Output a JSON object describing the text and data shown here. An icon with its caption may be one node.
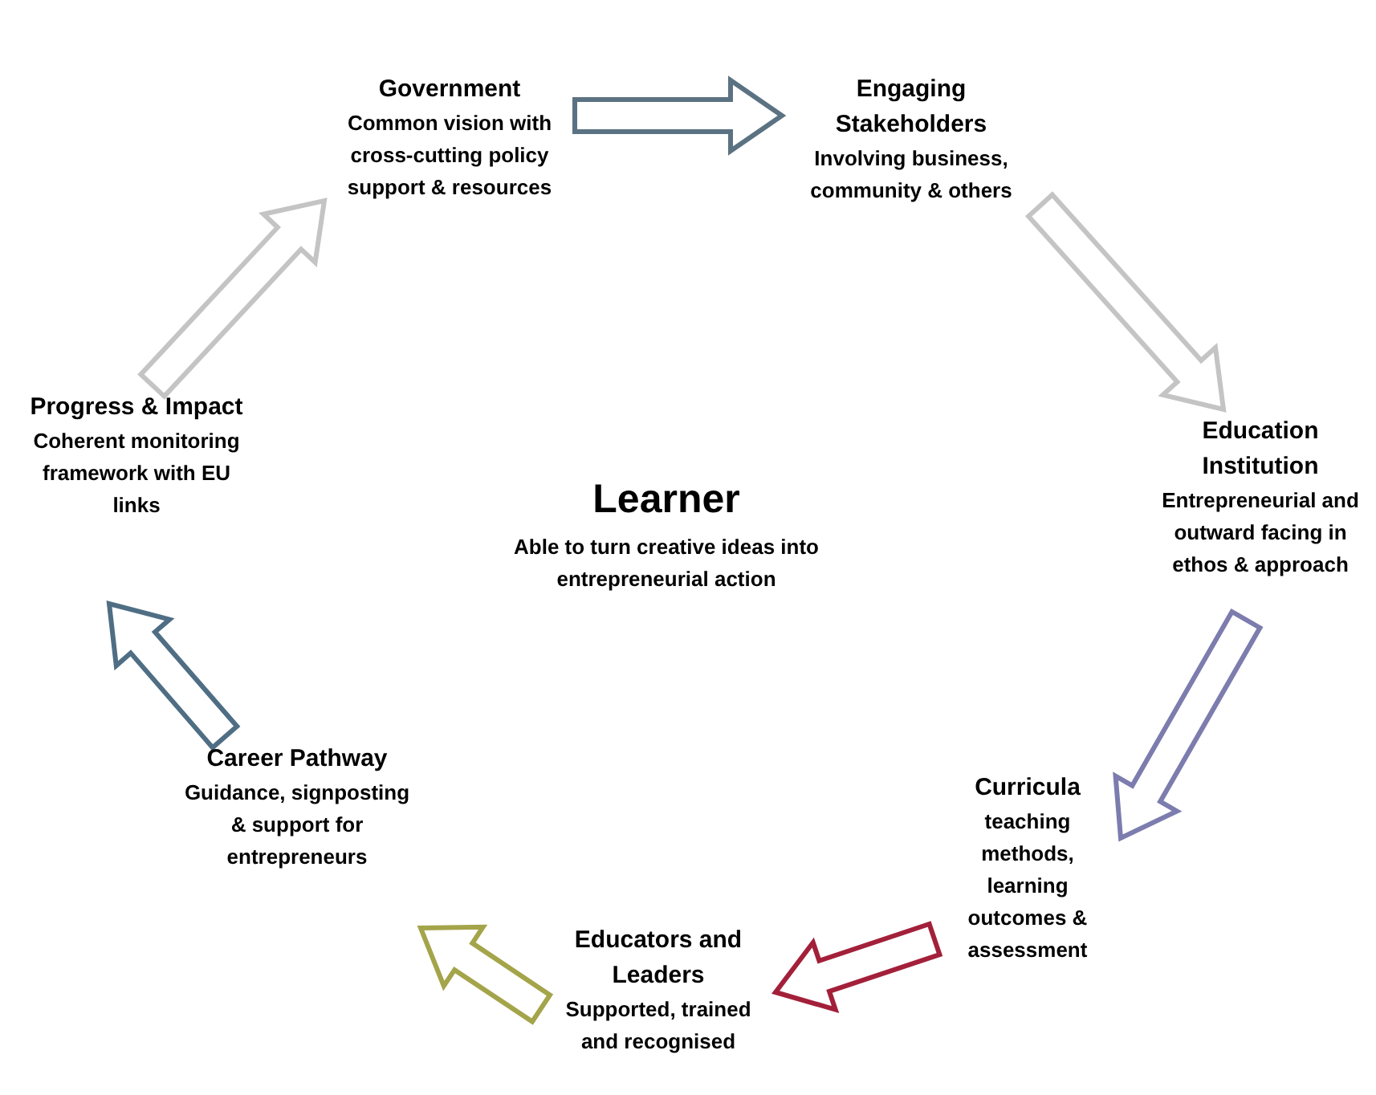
{
  "diagram": {
    "nodes": [
      {
        "text": [
          "Government",
          "Common vision with cross-cutting policy support & resources"
        ]
      },
      {
        "text": [
          "Engaging Stakeholders",
          "Involving business, community & others"
        ]
      },
      {
        "text": [
          "Education Institution",
          "Entrepreneurial and outward facing in ethos & approach"
        ]
      },
      {
        "text": [
          "Curricula",
          "teaching methods, learning outcomes & assessment"
        ]
      },
      {
        "text": [
          "Educators and Leaders",
          "Supported, trained and recognised"
        ]
      },
      {
        "text": [
          "Career Pathway",
          "Guidance, signposting & support for entrepreneurs"
        ]
      },
      {
        "text": [
          "Progress & Impact",
          "Coherent monitoring framework with EU links"
        ]
      },
      {
        "text": [
          "Learner",
          "Able to turn creative ideas into entrepreneurial action"
        ]
      }
    ],
    "edges": [
      {
        "from": 0,
        "to": 1,
        "arrow": "to",
        "color": "#5b7282"
      },
      {
        "from": 1,
        "to": 2,
        "arrow": "to",
        "color": "#c4c4c4"
      },
      {
        "from": 2,
        "to": 3,
        "arrow": "to",
        "color": "#7c7cae"
      },
      {
        "from": 3,
        "to": 4,
        "arrow": "to",
        "color": "#a3203a"
      },
      {
        "from": 4,
        "to": 5,
        "arrow": "to",
        "color": "#a4a44a"
      },
      {
        "from": 5,
        "to": 6,
        "arrow": "to",
        "color": "#4f6e84"
      },
      {
        "from": 6,
        "to": 0,
        "arrow": "to",
        "color": "#c4c4c4"
      }
    ]
  }
}
